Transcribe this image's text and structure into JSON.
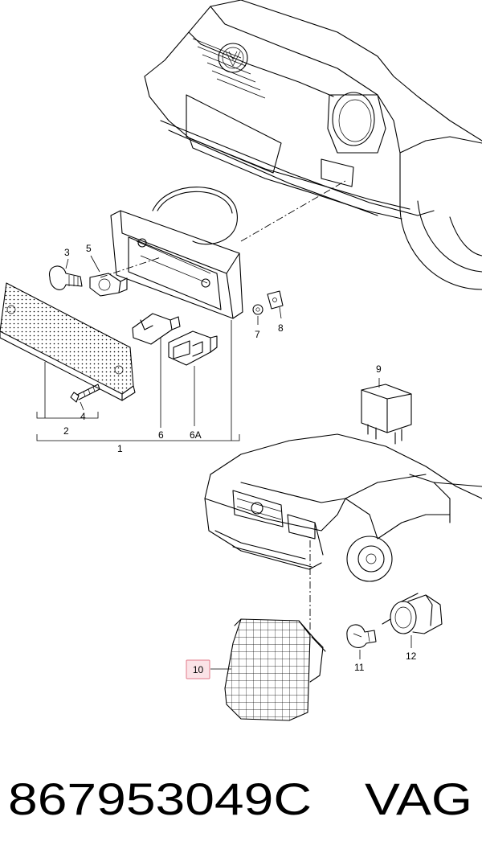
{
  "callouts": {
    "c1": "1",
    "c2": "2",
    "c3": "3",
    "c4": "4",
    "c5": "5",
    "c6": "6",
    "c6a": "6A",
    "c7": "7",
    "c8": "8",
    "c9": "9",
    "c10": "10",
    "c11": "11",
    "c12": "12"
  },
  "footer": {
    "part_number": "867953049C",
    "brand": "VAG"
  },
  "colors": {
    "highlight_fill": "#fbe3e7",
    "highlight_stroke": "#e07888"
  }
}
